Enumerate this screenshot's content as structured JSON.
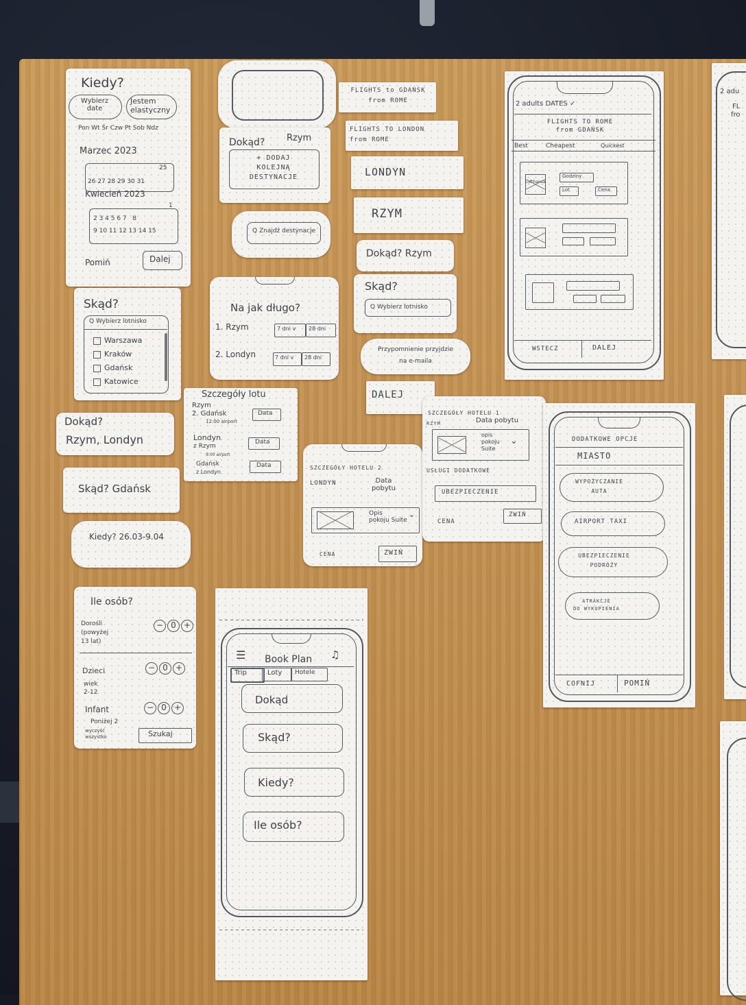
{
  "kiedy_card": {
    "title": "Kiedy?",
    "opt1": "Wybierz\ndate",
    "opt2": "Jestem\nelastyczny",
    "weekdays": "Pon Wt Śr Czw Pt Sob Ndz",
    "month1": "Marzec 2023",
    "m1_row1": "25",
    "m1_row2": "26 27 28 29 30 31",
    "month2": "Kwiecień 2023",
    "m2_row1": "1",
    "m2_row2": "2 3 4 5 6 7   8",
    "m2_row3": "9 10 11 12 13 14 15",
    "skip": "Pomiń",
    "next": "Dalej"
  },
  "dokad_card": {
    "title": "Dokąd?",
    "city": "Rzym",
    "add": "+ DODAJ\nKOLEJNĄ\nDESTYNACJE"
  },
  "search_dest": "Q Znajdź destynacje",
  "strips": {
    "gdansk": "FLIGHTS to GDAŃSK\nfrom ROME",
    "london": "FLIGHTS TO LONDON\nfrom ROME",
    "londyn": "LONDYN",
    "rzym": "RZYM",
    "dokad_rzym": "Dokąd? Rzym",
    "skad": "Skąd?",
    "skad_search": "Q Wybierz lotnisko",
    "reminder": "Przypomnienie przyjdzie\nna e-maila",
    "dalej": "DALEJ"
  },
  "skad_card": {
    "title": "Skąd?",
    "search": "Q Wybierz lotnisko",
    "items": [
      "Warszawa",
      "Kraków",
      "Gdańsk",
      "Katowice"
    ]
  },
  "najak_card": {
    "title": "Na jak długo?",
    "row1": "1. Rzym",
    "row1_a": "7 dni v",
    "row1_b": "28 dni",
    "row2": "2. Londyn",
    "row2_a": "7 dni v",
    "row2_b": "28 dni"
  },
  "dokad_strip": {
    "title": "Dokąd?",
    "value": "Rzym, Londyn"
  },
  "skad_strip": "Skąd? Gdańsk",
  "kiedy_strip": "Kiedy? 26.03-9.04",
  "lot_card": {
    "title": "Szczegóły lotu",
    "r1a": "Rzym",
    "r1b": "2. Gdańsk",
    "r1c": "12:00 airport",
    "r2a": "Londyn",
    "r2b": "z Rzym",
    "r2c": "9:00 airport",
    "r3a": "Gdańsk",
    "r3b": "z Londyn",
    "btn": "Data"
  },
  "hotel2_card": {
    "title": "SZCZEGÓŁY HOTELU 2",
    "city": "LONDYN",
    "date": "Data\npobytu",
    "desc": "Opis\npokoju Suite",
    "price": "CENA",
    "collapse": "ZWIŃ"
  },
  "hotel1_card": {
    "title": "SZCZEGÓŁY HOTELU 1",
    "city": "RZYM",
    "date": "Data pobytu",
    "desc": "opis\npokoju\nSuite",
    "services": "USŁUGI DODATKOWE",
    "insurance": "UBEZPIECZENIE",
    "price": "CENA",
    "collapse": "ZWIŃ"
  },
  "results_phone": {
    "header": "2 adults  DATES ✓",
    "title": "FLIGHTS TO ROME\nfrom GDAŃSK",
    "tabs": [
      "Best",
      "Cheapest",
      "Quickest"
    ],
    "airline": "Lufthansa",
    "info1": "Godziny",
    "info2": "Lot",
    "info3": "Cena",
    "back": "WSTECZ",
    "next": "DALEJ"
  },
  "extras_phone": {
    "title": "DODATKOWE OPCJE",
    "city": "MIASTO",
    "options": [
      "WYPOŻYCZANIE\nAUTA",
      "AIRPORT TAXI",
      "UBEZPIECZENIE\nPODRÓŻY",
      "ATRAKCJE\nDO WYKUPIENIA"
    ],
    "back": "COFNIJ",
    "skip": "POMIŃ"
  },
  "osob_card": {
    "title": "Ile osób?",
    "adults": "Dorośli\n(powyżej\n13 lat)",
    "kids": "Dzieci",
    "kids_age": "wiek\n2-12",
    "infant": "Infant",
    "infant_age": "Poniżej 2",
    "clear": "wyczyść\nwszystko",
    "search": "Szukaj",
    "zero": "0"
  },
  "home_phone": {
    "title": "Book Plan",
    "tabs": [
      "Trip",
      "Loty",
      "Hotele"
    ],
    "fields": [
      "Dokąd",
      "Skąd?",
      "Kiedy?",
      "Ile osób?"
    ]
  },
  "right_edge": {
    "top": "2 adu",
    "fl": "FL",
    "fr": "fro"
  }
}
